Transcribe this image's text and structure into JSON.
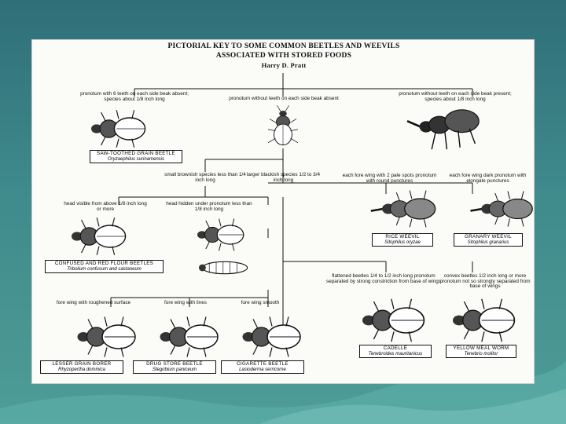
{
  "header": {
    "title_line1": "PICTORIAL KEY TO SOME COMMON BEETLES AND WEEVILS",
    "title_line2": "ASSOCIATED WITH STORED FOODS",
    "author": "Harry D. Pratt"
  },
  "couplets": {
    "c1": "pronotum with 6 teeth on each side beak absent; species about 1/8 inch long",
    "c2": "pronotum without teeth on each side beak absent",
    "c3": "pronotum without teeth on each side beak present; species about 1/8 inch long",
    "c4": "small brownish species less than 1/4 inch long",
    "c5": "larger blackish species 1/2 to 3/4 inch long",
    "c6": "each fore wing with 2 pale spots pronotum with round punctures",
    "c7": "each fore wing dark pronotum with elongate punctures",
    "c8": "head visible from above 1/8 inch long or more",
    "c9": "head hidden under pronotum less than 1/8 inch long",
    "c10": "flattened beetles 1/4 to 1/2 inch long pronotum separated by strong constriction from base of wings",
    "c11": "convex beetles 1/2 inch long or more pronotum not so strongly separated from base of wings",
    "c12": "fore wing with roughened surface",
    "c13": "fore wing with lines",
    "c14": "fore wing smooth"
  },
  "labels": {
    "sawtoothed": {
      "name": "SAW-TOOTHED GRAIN BEETLE",
      "sci": "Oryzaephilus surinamensis"
    },
    "rice": {
      "name": "RICE WEEVIL",
      "sci": "Sitophilus oryzae"
    },
    "granary": {
      "name": "GRANARY WEEVIL",
      "sci": "Sitophilus granarius"
    },
    "flour": {
      "name": "CONFUSED AND RED FLOUR BEETLES",
      "sci": "Tribolium confusum and castaneum"
    },
    "cadelle": {
      "name": "CADELLE",
      "sci": "Tenebroides mauritanicus"
    },
    "mealworm": {
      "name": "YELLOW MEAL WORM",
      "sci": "Tenebrio molitor"
    },
    "lesser": {
      "name": "LESSER GRAIN BORER",
      "sci": "Rhyzopertha dominica"
    },
    "drugstore": {
      "name": "DRUG STORE BEETLE",
      "sci": "Stegobium paniceum"
    },
    "cigarette": {
      "name": "CIGARETTE BEETLE",
      "sci": "Lasioderma serricorne"
    }
  }
}
